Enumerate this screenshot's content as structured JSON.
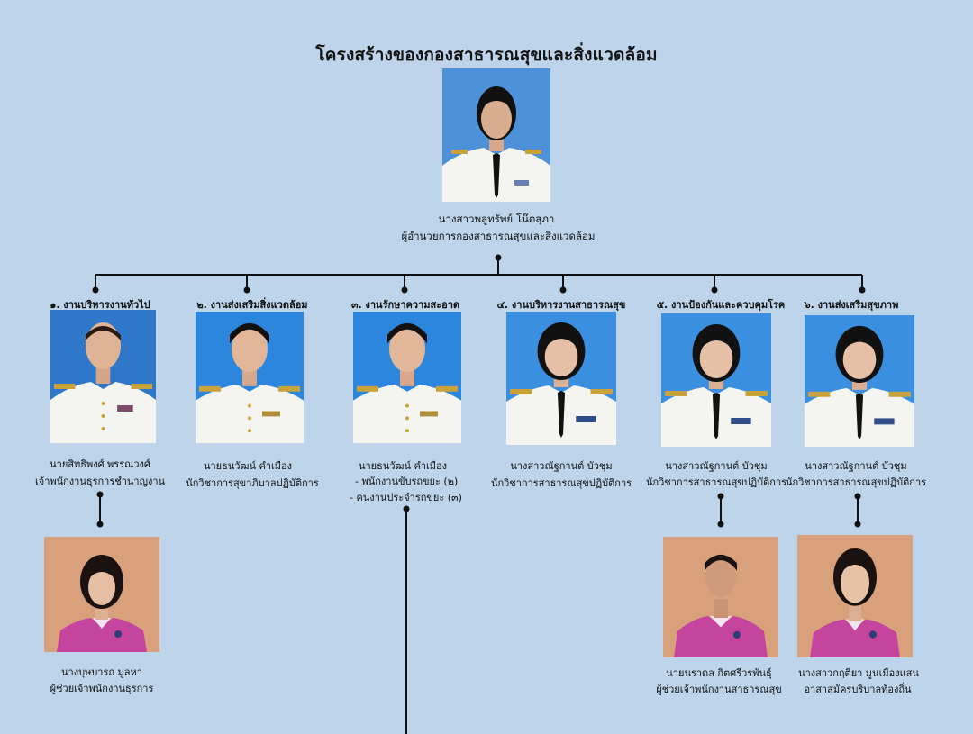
{
  "title": "โครงสร้างของกองสาธารณสุขและสิ่งแวดล้อม",
  "director": {
    "name": "นางสาวพลูทรัพย์ โน๊ตสุภา",
    "position": "ผู้อำนวยการกองสาธารณสุขและสิ่งแวดล้อม"
  },
  "departments": [
    {
      "label": "๑. งานบริหารงานทั่วไป",
      "name": "นายสิทธิพงศ์ พรรณวงศ์",
      "position": "เจ้าพนักงานธุรการชำนาญงาน"
    },
    {
      "label": "๒. งานส่งเสริมสิ่งแวดล้อม",
      "name": "นายธนวัฒน์ คำเมือง",
      "position": "นักวิชาการสุขาภิบาลปฏิบัติการ"
    },
    {
      "label": "๓. งานรักษาความสะอาด",
      "name": "นายธนวัฒน์ คำเมือง",
      "position": ""
    },
    {
      "label": "๔. งานบริหารงานสาธารณสุข",
      "name": "นางสาวณัฐกานต์ บัวชุม",
      "position": "นักวิชาการสาธารณสุขปฏิบัติการ"
    },
    {
      "label": "๕. งานป้องกันและควบคุมโรค",
      "name": "นางสาวณัฐกานต์ บัวชุม",
      "position": "นักวิชาการสาธารณสุขปฏิบัติการ"
    },
    {
      "label": "๖. งานส่งเสริมสุขภาพ",
      "name": "นางสาวณัฐกานต์ บัวชุม",
      "position": "นักวิชาการสาธารณสุขปฏิบัติการ"
    }
  ],
  "cleaning_staff": [
    "- พนักงานขับรถขยะ (๒)",
    "- คนงานประจำรถขยะ (๓)"
  ],
  "subordinates": [
    {
      "name": "นางบุษบารถ มูลหา",
      "position": "ผู้ช่วยเจ้าพนักงานธุรการ"
    },
    {
      "name": "นายนราดล กิตศรีวรพันธุ์",
      "position": "ผู้ช่วยเจ้าพนักงานสาธารณสุข"
    },
    {
      "name": "นางสาวกฤติยา มูนเมืองแสน",
      "position": "อาสาสมัครบริบาลท้องถิ่น"
    }
  ],
  "colors": {
    "background": "#bdd4ea",
    "line": "#111111",
    "photo_blue": "#2f7fd6",
    "photo_peach": "#d9a27f",
    "uniform_white": "#f4f4f0",
    "polo_pink": "#c5459e"
  }
}
